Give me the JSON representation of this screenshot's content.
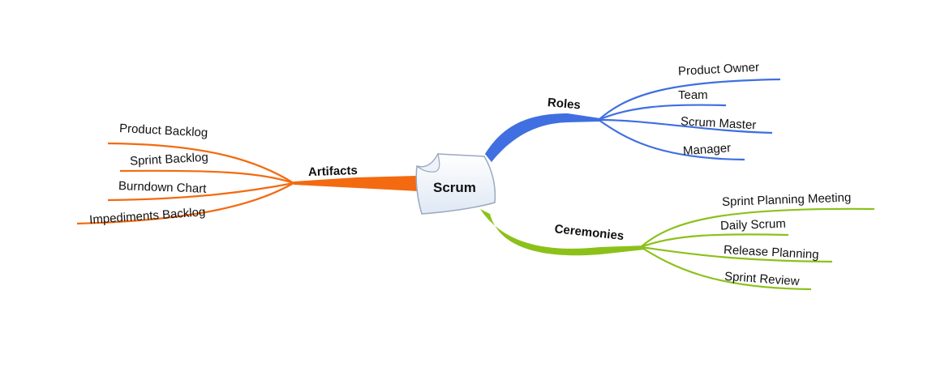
{
  "central_topic": {
    "label": "Scrum",
    "icon": "note-icon"
  },
  "colors": {
    "roles": "#3f6fe0",
    "artifacts": "#f36a10",
    "ceremonies": "#8cc11a"
  },
  "branches": {
    "roles": {
      "label": "Roles",
      "children": [
        "Product Owner",
        "Team",
        "Scrum Master",
        "Manager"
      ]
    },
    "artifacts": {
      "label": "Artifacts",
      "children": [
        "Product Backlog",
        "Sprint Backlog",
        "Burndown Chart",
        "Impediments Backlog"
      ]
    },
    "ceremonies": {
      "label": "Ceremonies",
      "children": [
        "Sprint Planning Meeting",
        "Daily Scrum",
        "Release Planning",
        "Sprint Review"
      ]
    }
  }
}
